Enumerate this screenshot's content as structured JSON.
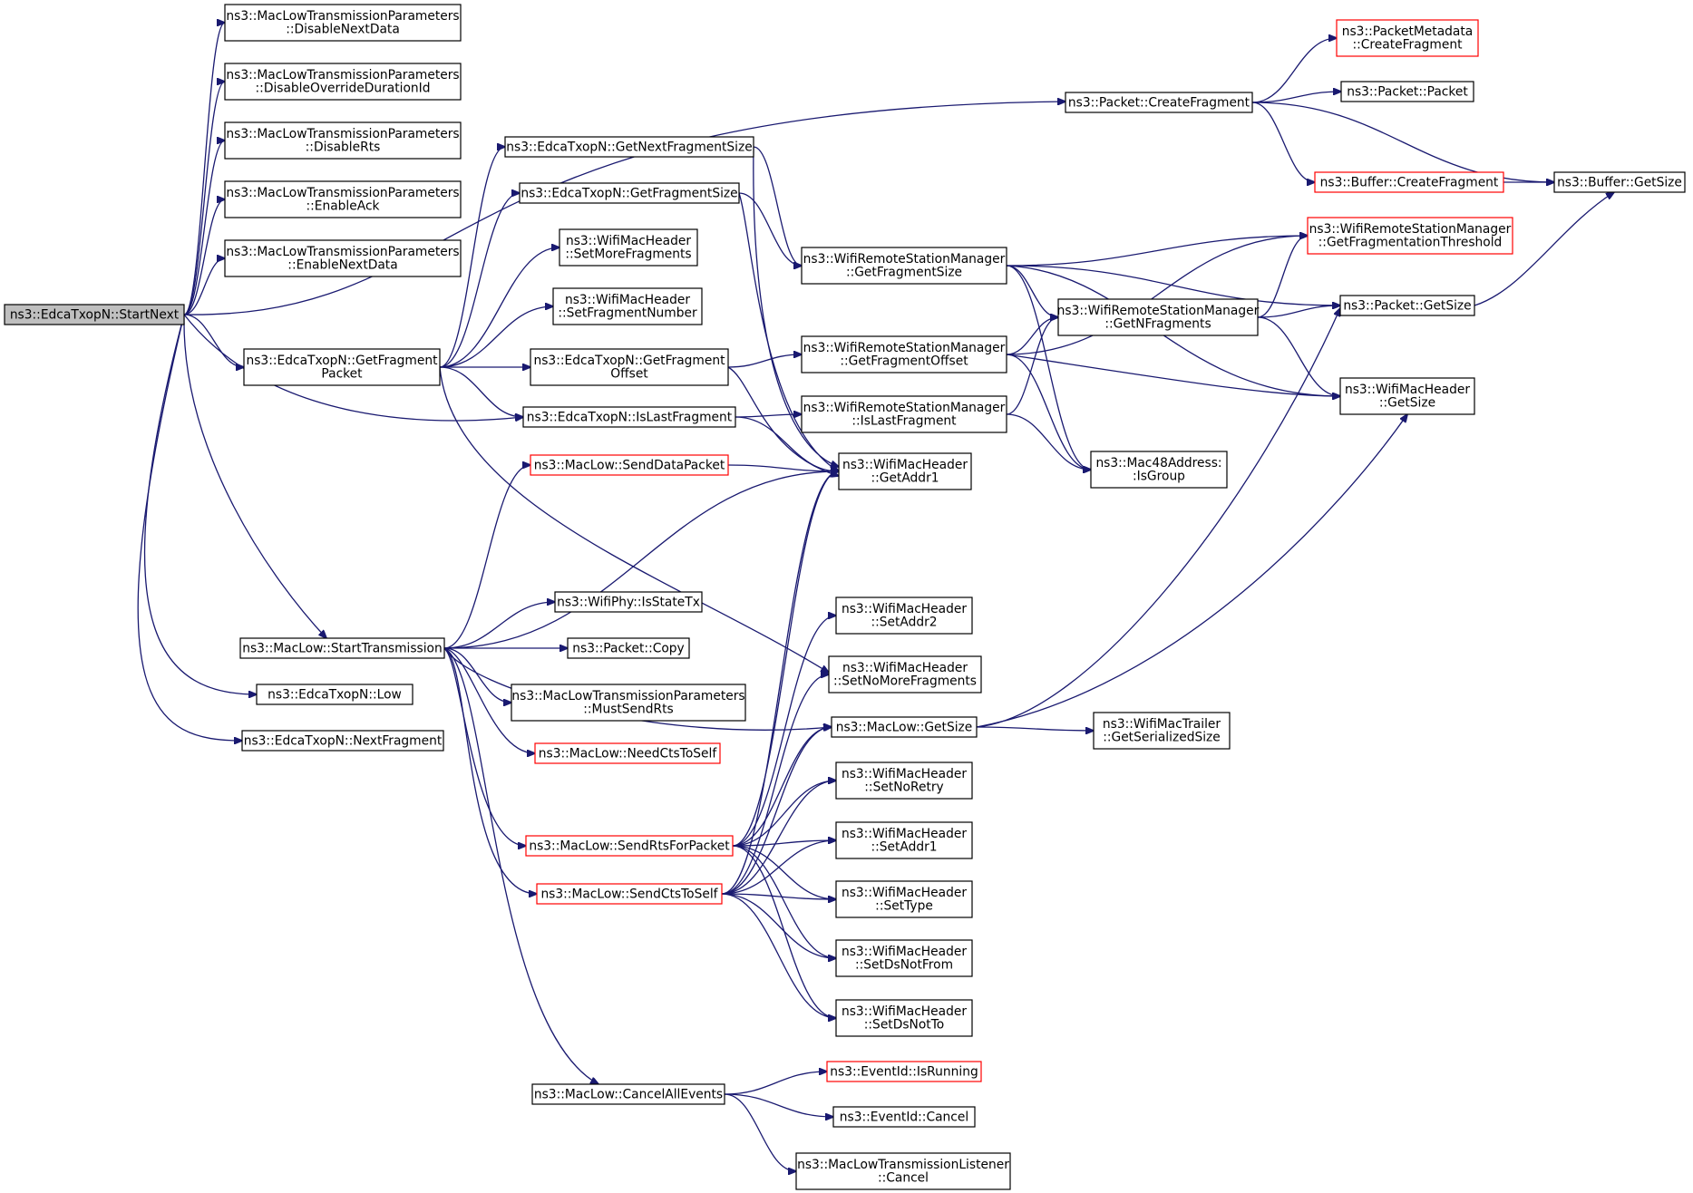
{
  "diagram": {
    "kind": "doxygen call graph",
    "colors": {
      "edge": "#191970",
      "node_border": "#000000",
      "node_border_truncated": "#ff0000",
      "root_fill": "#bfbfbf",
      "node_fill": "#ffffff",
      "text": "#000000"
    },
    "nodes": [
      {
        "id": "n0",
        "lines": [
          "ns3::EdcaTxopN::StartNext"
        ],
        "style": "root"
      },
      {
        "id": "n1",
        "lines": [
          "ns3::MacLowTransmissionParameters",
          "::DisableNextData"
        ],
        "style": "normal"
      },
      {
        "id": "n2",
        "lines": [
          "ns3::MacLowTransmissionParameters",
          "::DisableOverrideDurationId"
        ],
        "style": "normal"
      },
      {
        "id": "n3",
        "lines": [
          "ns3::MacLowTransmissionParameters",
          "::DisableRts"
        ],
        "style": "normal"
      },
      {
        "id": "n4",
        "lines": [
          "ns3::MacLowTransmissionParameters",
          "::EnableAck"
        ],
        "style": "normal"
      },
      {
        "id": "n5",
        "lines": [
          "ns3::MacLowTransmissionParameters",
          "::EnableNextData"
        ],
        "style": "normal"
      },
      {
        "id": "n6",
        "lines": [
          "ns3::EdcaTxopN::GetNextFragmentSize"
        ],
        "style": "normal"
      },
      {
        "id": "n7",
        "lines": [
          "ns3::EdcaTxopN::GetFragmentSize"
        ],
        "style": "normal"
      },
      {
        "id": "n8",
        "lines": [
          "ns3::WifiMacHeader",
          "::SetMoreFragments"
        ],
        "style": "normal"
      },
      {
        "id": "n9",
        "lines": [
          "ns3::WifiMacHeader",
          "::SetFragmentNumber"
        ],
        "style": "normal"
      },
      {
        "id": "n10",
        "lines": [
          "ns3::EdcaTxopN::GetFragment",
          "Packet"
        ],
        "style": "normal"
      },
      {
        "id": "n11",
        "lines": [
          "ns3::EdcaTxopN::GetFragment",
          "Offset"
        ],
        "style": "normal"
      },
      {
        "id": "n12",
        "lines": [
          "ns3::EdcaTxopN::IsLastFragment"
        ],
        "style": "normal"
      },
      {
        "id": "n13",
        "lines": [
          "ns3::MacLow::SendDataPacket"
        ],
        "style": "truncated"
      },
      {
        "id": "n14",
        "lines": [
          "ns3::Packet::CreateFragment"
        ],
        "style": "normal"
      },
      {
        "id": "n15",
        "lines": [
          "ns3::PacketMetadata",
          "::CreateFragment"
        ],
        "style": "truncated"
      },
      {
        "id": "n16",
        "lines": [
          "ns3::Packet::Packet"
        ],
        "style": "normal"
      },
      {
        "id": "n17",
        "lines": [
          "ns3::Buffer::CreateFragment"
        ],
        "style": "truncated"
      },
      {
        "id": "n18",
        "lines": [
          "ns3::Buffer::GetSize"
        ],
        "style": "normal"
      },
      {
        "id": "n19",
        "lines": [
          "ns3::WifiRemoteStationManager",
          "::GetFragmentationThreshold"
        ],
        "style": "truncated"
      },
      {
        "id": "n20",
        "lines": [
          "ns3::WifiRemoteStationManager",
          "::GetFragmentSize"
        ],
        "style": "normal"
      },
      {
        "id": "n21",
        "lines": [
          "ns3::WifiRemoteStationManager",
          "::GetNFragments"
        ],
        "style": "normal"
      },
      {
        "id": "n22",
        "lines": [
          "ns3::Packet::GetSize"
        ],
        "style": "normal"
      },
      {
        "id": "n23",
        "lines": [
          "ns3::WifiRemoteStationManager",
          "::GetFragmentOffset"
        ],
        "style": "normal"
      },
      {
        "id": "n24",
        "lines": [
          "ns3::WifiMacHeader",
          "::GetSize"
        ],
        "style": "normal"
      },
      {
        "id": "n25",
        "lines": [
          "ns3::WifiRemoteStationManager",
          "::IsLastFragment"
        ],
        "style": "normal"
      },
      {
        "id": "n26",
        "lines": [
          "ns3::WifiMacHeader",
          "::GetAddr1"
        ],
        "style": "normal"
      },
      {
        "id": "n27",
        "lines": [
          "ns3::Mac48Address:",
          ":IsGroup"
        ],
        "style": "normal"
      },
      {
        "id": "n28",
        "lines": [
          "ns3::MacLow::StartTransmission"
        ],
        "style": "normal"
      },
      {
        "id": "n29",
        "lines": [
          "ns3::EdcaTxopN::Low"
        ],
        "style": "normal"
      },
      {
        "id": "n30",
        "lines": [
          "ns3::EdcaTxopN::NextFragment"
        ],
        "style": "normal"
      },
      {
        "id": "n31",
        "lines": [
          "ns3::WifiPhy::IsStateTx"
        ],
        "style": "normal"
      },
      {
        "id": "n32",
        "lines": [
          "ns3::Packet::Copy"
        ],
        "style": "normal"
      },
      {
        "id": "n33",
        "lines": [
          "ns3::MacLowTransmissionParameters",
          "::MustSendRts"
        ],
        "style": "normal"
      },
      {
        "id": "n34",
        "lines": [
          "ns3::MacLow::NeedCtsToSelf"
        ],
        "style": "truncated"
      },
      {
        "id": "n35",
        "lines": [
          "ns3::MacLow::SendRtsForPacket"
        ],
        "style": "truncated"
      },
      {
        "id": "n36",
        "lines": [
          "ns3::MacLow::SendCtsToSelf"
        ],
        "style": "truncated"
      },
      {
        "id": "n37",
        "lines": [
          "ns3::MacLow::CancelAllEvents"
        ],
        "style": "normal"
      },
      {
        "id": "n38",
        "lines": [
          "ns3::WifiMacHeader",
          "::SetAddr2"
        ],
        "style": "normal"
      },
      {
        "id": "n39",
        "lines": [
          "ns3::WifiMacHeader",
          "::SetNoMoreFragments"
        ],
        "style": "normal"
      },
      {
        "id": "n40",
        "lines": [
          "ns3::MacLow::GetSize"
        ],
        "style": "normal"
      },
      {
        "id": "n41",
        "lines": [
          "ns3::WifiMacTrailer",
          "::GetSerializedSize"
        ],
        "style": "normal"
      },
      {
        "id": "n42",
        "lines": [
          "ns3::WifiMacHeader",
          "::SetNoRetry"
        ],
        "style": "normal"
      },
      {
        "id": "n43",
        "lines": [
          "ns3::WifiMacHeader",
          "::SetAddr1"
        ],
        "style": "normal"
      },
      {
        "id": "n44",
        "lines": [
          "ns3::WifiMacHeader",
          "::SetType"
        ],
        "style": "normal"
      },
      {
        "id": "n45",
        "lines": [
          "ns3::WifiMacHeader",
          "::SetDsNotFrom"
        ],
        "style": "normal"
      },
      {
        "id": "n46",
        "lines": [
          "ns3::WifiMacHeader",
          "::SetDsNotTo"
        ],
        "style": "normal"
      },
      {
        "id": "n47",
        "lines": [
          "ns3::EventId::IsRunning"
        ],
        "style": "truncated"
      },
      {
        "id": "n48",
        "lines": [
          "ns3::EventId::Cancel"
        ],
        "style": "normal"
      },
      {
        "id": "n49",
        "lines": [
          "ns3::MacLowTransmissionListener",
          "::Cancel"
        ],
        "style": "normal"
      }
    ],
    "edges": [
      [
        "n0",
        "n1"
      ],
      [
        "n0",
        "n2"
      ],
      [
        "n0",
        "n3"
      ],
      [
        "n0",
        "n4"
      ],
      [
        "n0",
        "n5"
      ],
      [
        "n0",
        "n14"
      ],
      [
        "n0",
        "n10"
      ],
      [
        "n0",
        "n12"
      ],
      [
        "n0",
        "n28"
      ],
      [
        "n0",
        "n29"
      ],
      [
        "n0",
        "n30"
      ],
      [
        "n10",
        "n6"
      ],
      [
        "n10",
        "n7"
      ],
      [
        "n10",
        "n8"
      ],
      [
        "n10",
        "n9"
      ],
      [
        "n10",
        "n11"
      ],
      [
        "n10",
        "n12"
      ],
      [
        "n10",
        "n39"
      ],
      [
        "n6",
        "n20"
      ],
      [
        "n6",
        "n26"
      ],
      [
        "n7",
        "n20"
      ],
      [
        "n7",
        "n26"
      ],
      [
        "n11",
        "n23"
      ],
      [
        "n11",
        "n26"
      ],
      [
        "n12",
        "n25"
      ],
      [
        "n12",
        "n26"
      ],
      [
        "n14",
        "n15"
      ],
      [
        "n14",
        "n16"
      ],
      [
        "n14",
        "n17"
      ],
      [
        "n14",
        "n18"
      ],
      [
        "n17",
        "n18"
      ],
      [
        "n20",
        "n19"
      ],
      [
        "n20",
        "n21"
      ],
      [
        "n20",
        "n22"
      ],
      [
        "n20",
        "n24"
      ],
      [
        "n20",
        "n27"
      ],
      [
        "n21",
        "n19"
      ],
      [
        "n21",
        "n22"
      ],
      [
        "n21",
        "n24"
      ],
      [
        "n23",
        "n19"
      ],
      [
        "n23",
        "n21"
      ],
      [
        "n23",
        "n24"
      ],
      [
        "n23",
        "n27"
      ],
      [
        "n25",
        "n21"
      ],
      [
        "n25",
        "n27"
      ],
      [
        "n22",
        "n18"
      ],
      [
        "n13",
        "n26"
      ],
      [
        "n28",
        "n13"
      ],
      [
        "n28",
        "n26"
      ],
      [
        "n28",
        "n31"
      ],
      [
        "n28",
        "n32"
      ],
      [
        "n28",
        "n33"
      ],
      [
        "n28",
        "n34"
      ],
      [
        "n28",
        "n35"
      ],
      [
        "n28",
        "n36"
      ],
      [
        "n28",
        "n37"
      ],
      [
        "n28",
        "n40"
      ],
      [
        "n35",
        "n26"
      ],
      [
        "n35",
        "n38"
      ],
      [
        "n35",
        "n40"
      ],
      [
        "n35",
        "n42"
      ],
      [
        "n35",
        "n43"
      ],
      [
        "n35",
        "n44"
      ],
      [
        "n35",
        "n45"
      ],
      [
        "n35",
        "n46"
      ],
      [
        "n36",
        "n26"
      ],
      [
        "n36",
        "n39"
      ],
      [
        "n36",
        "n40"
      ],
      [
        "n36",
        "n42"
      ],
      [
        "n36",
        "n43"
      ],
      [
        "n36",
        "n44"
      ],
      [
        "n36",
        "n45"
      ],
      [
        "n36",
        "n46"
      ],
      [
        "n40",
        "n22"
      ],
      [
        "n40",
        "n24"
      ],
      [
        "n40",
        "n41"
      ],
      [
        "n37",
        "n47"
      ],
      [
        "n37",
        "n48"
      ],
      [
        "n37",
        "n49"
      ]
    ]
  }
}
